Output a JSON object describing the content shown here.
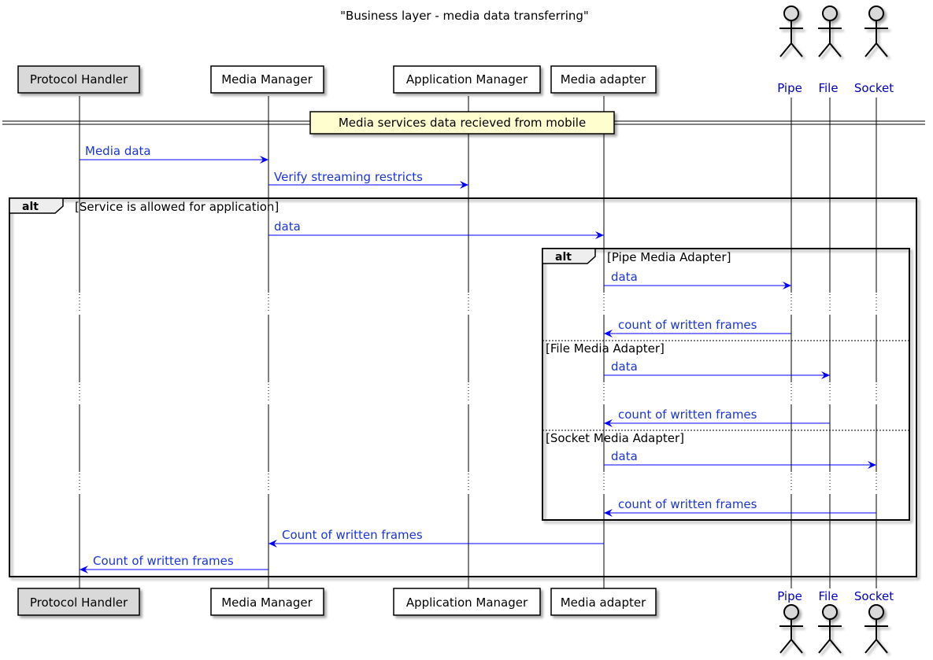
{
  "title": "\"Business layer - media data transferring\"",
  "participants": {
    "protocol_handler": "Protocol Handler",
    "media_manager": "Media Manager",
    "application_manager": "Application Manager",
    "media_adapter": "Media adapter",
    "pipe": "Pipe",
    "file": "File",
    "socket": "Socket"
  },
  "divider": "Media services data recieved from mobile",
  "messages": {
    "m1": "Media data",
    "m2": "Verify streaming restricts",
    "m3": "data",
    "m4": "data",
    "m5": "count of written frames",
    "m6": "data",
    "m7": "count of written frames",
    "m8": "data",
    "m9": "count of written frames",
    "m10": "Count of written frames",
    "m11": "Count of written frames"
  },
  "frames": {
    "outer_keyword": "alt",
    "outer_condition": "[Service is allowed for application]",
    "inner_keyword": "alt",
    "inner_condition_1": "[Pipe Media Adapter]",
    "inner_condition_2": "[File Media Adapter]",
    "inner_condition_3": "[Socket Media Adapter]"
  },
  "colors": {
    "message": "#1a35d6",
    "arrow": "#0000ff",
    "actor_text": "#0000c0",
    "participant_fill": "#ffffff",
    "participant_highlight_fill": "#d9d9d9",
    "note_fill": "#fefece",
    "actor_fill": "#d9d9d9"
  }
}
